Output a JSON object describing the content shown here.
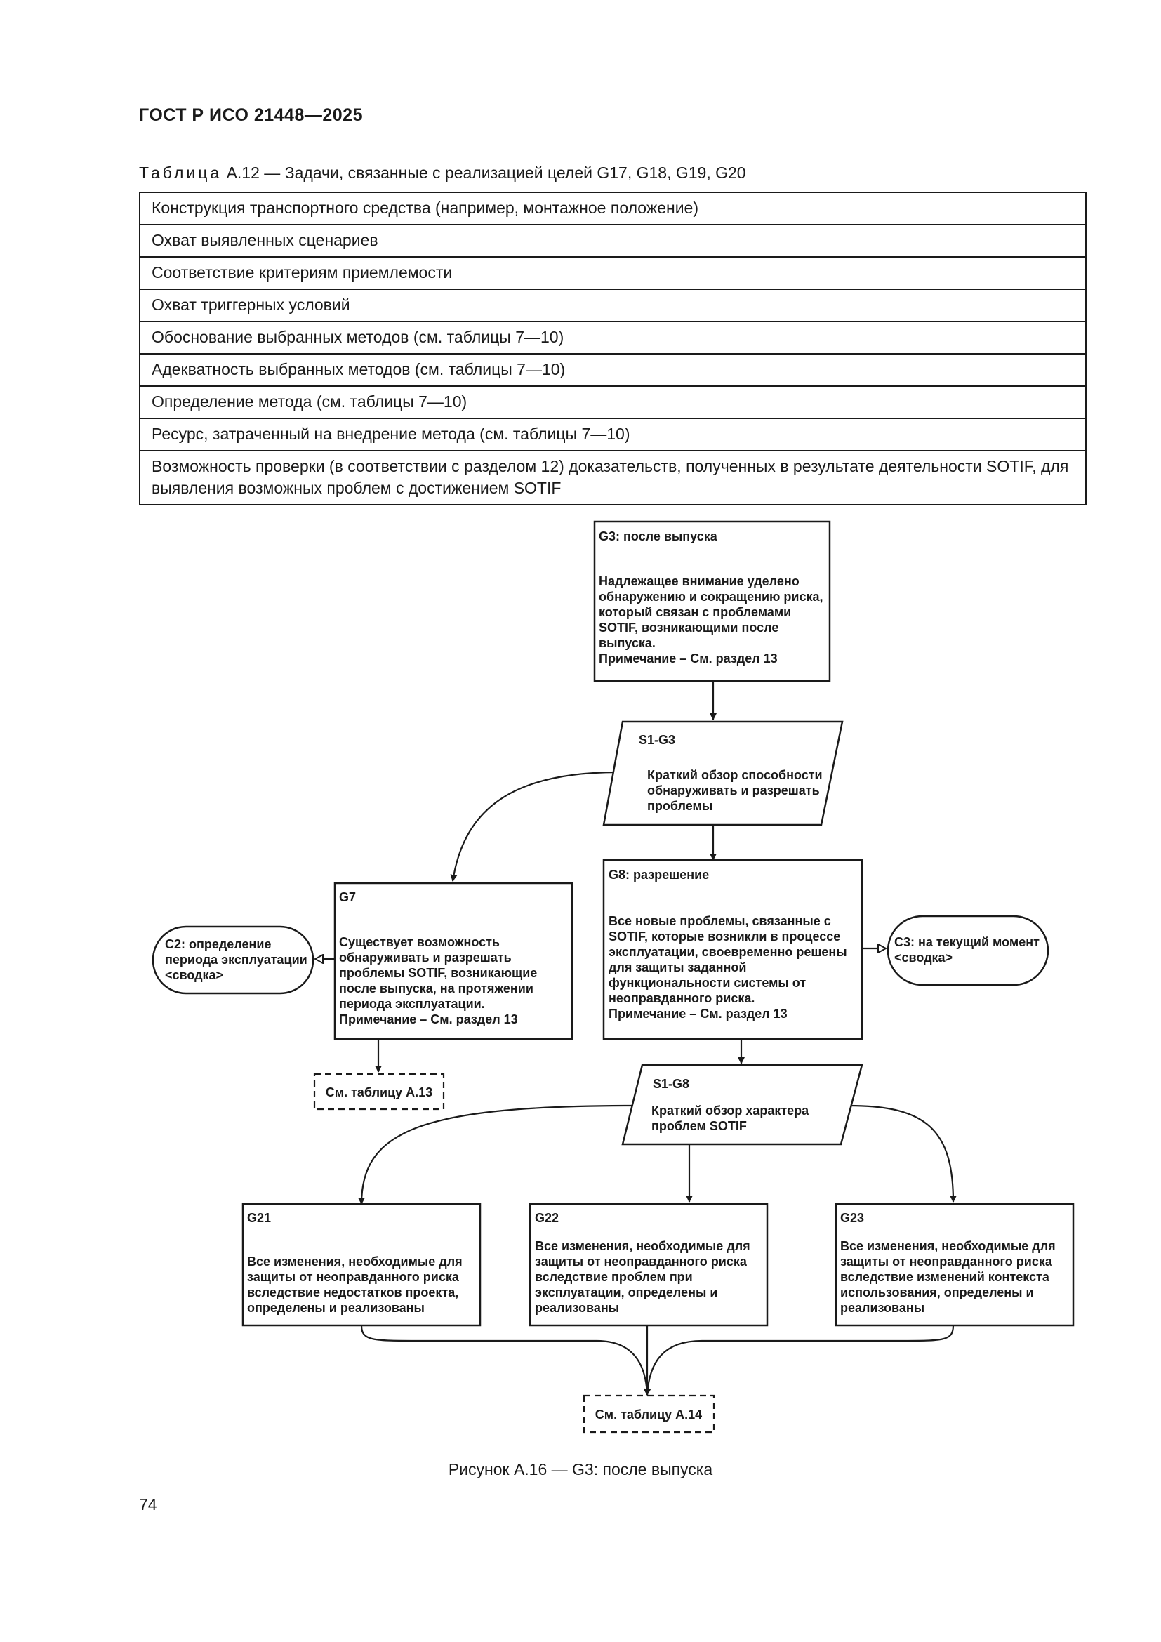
{
  "header": {
    "doc_id": "ГОСТ Р ИСО 21448—2025"
  },
  "table": {
    "caption_prefix": "Таблица",
    "caption_rest": " А.12 — Задачи, связанные с реализацией целей G17, G18, G19, G20",
    "rows": [
      "Конструкция транспортного средства (например, монтажное положение)",
      "Охват выявленных сценариев",
      "Соответствие критериям приемлемости",
      "Охват триггерных условий",
      "Обоснование выбранных методов (см. таблицы 7—10)",
      "Адекватность выбранных методов (см. таблицы 7—10)",
      "Определение метода (см. таблицы 7—10)",
      "Ресурс, затраченный на внедрение метода (см. таблицы 7—10)",
      "Возможность проверки (в соответствии с разделом 12) доказательств, полученных в результате деятельности SOTIF, для выявления возможных проблем с достижением SOTIF"
    ]
  },
  "diagram": {
    "g3": {
      "title": "G3: после выпуска",
      "lines": [
        "Надлежащее внимание уделено",
        "обнаружению и сокращению риска,",
        "который связан с проблемами",
        "SOTIF, возникающими после",
        "выпуска.",
        "Примечание – См. раздел 13"
      ]
    },
    "s1g3": {
      "title": "S1-G3",
      "lines": [
        "Краткий обзор способности",
        "обнаруживать и разрешать",
        "проблемы"
      ]
    },
    "g7": {
      "title": "G7",
      "lines": [
        "Существует возможность",
        "обнаруживать и разрешать",
        "проблемы SOTIF, возникающие",
        "после выпуска, на протяжении",
        "периода эксплуатации.",
        "Примечание – См. раздел 13"
      ]
    },
    "g8": {
      "title": "G8: разрешение",
      "lines": [
        "Все новые проблемы, связанные с",
        "SOTIF, которые возникли в процессе",
        "эксплуатации, своевременно решены",
        "для защиты заданной",
        "функциональности системы от",
        "неоправданного риска.",
        "Примечание – См. раздел 13"
      ]
    },
    "c2": {
      "lines": [
        "С2: определение",
        "периода эксплуатации",
        "<сводка>"
      ]
    },
    "c3": {
      "lines": [
        "С3: на текущий момент",
        "<сводка>"
      ]
    },
    "ref13": {
      "label": "См. таблицу А.13"
    },
    "s1g8": {
      "title": "S1-G8",
      "lines": [
        "Краткий обзор характера",
        "проблем SOTIF"
      ]
    },
    "g21": {
      "title": "G21",
      "lines": [
        "Все изменения, необходимые для",
        "защиты от неоправданного риска",
        "вследствие недостатков проекта,",
        "определены и реализованы"
      ]
    },
    "g22": {
      "title": "G22",
      "lines": [
        "Все изменения, необходимые для",
        "защиты от неоправданного риска",
        "вследствие проблем при",
        "эксплуатации, определены и",
        "реализованы"
      ]
    },
    "g23": {
      "title": "G23",
      "lines": [
        "Все изменения, необходимые для",
        "защиты от неоправданного риска",
        "вследствие изменений контекста",
        "использования, определены и",
        "реализованы"
      ]
    },
    "ref14": {
      "label": "См. таблицу А.14"
    }
  },
  "figure_caption": "Рисунок А.16 — G3: после выпуска",
  "page_number": "74"
}
